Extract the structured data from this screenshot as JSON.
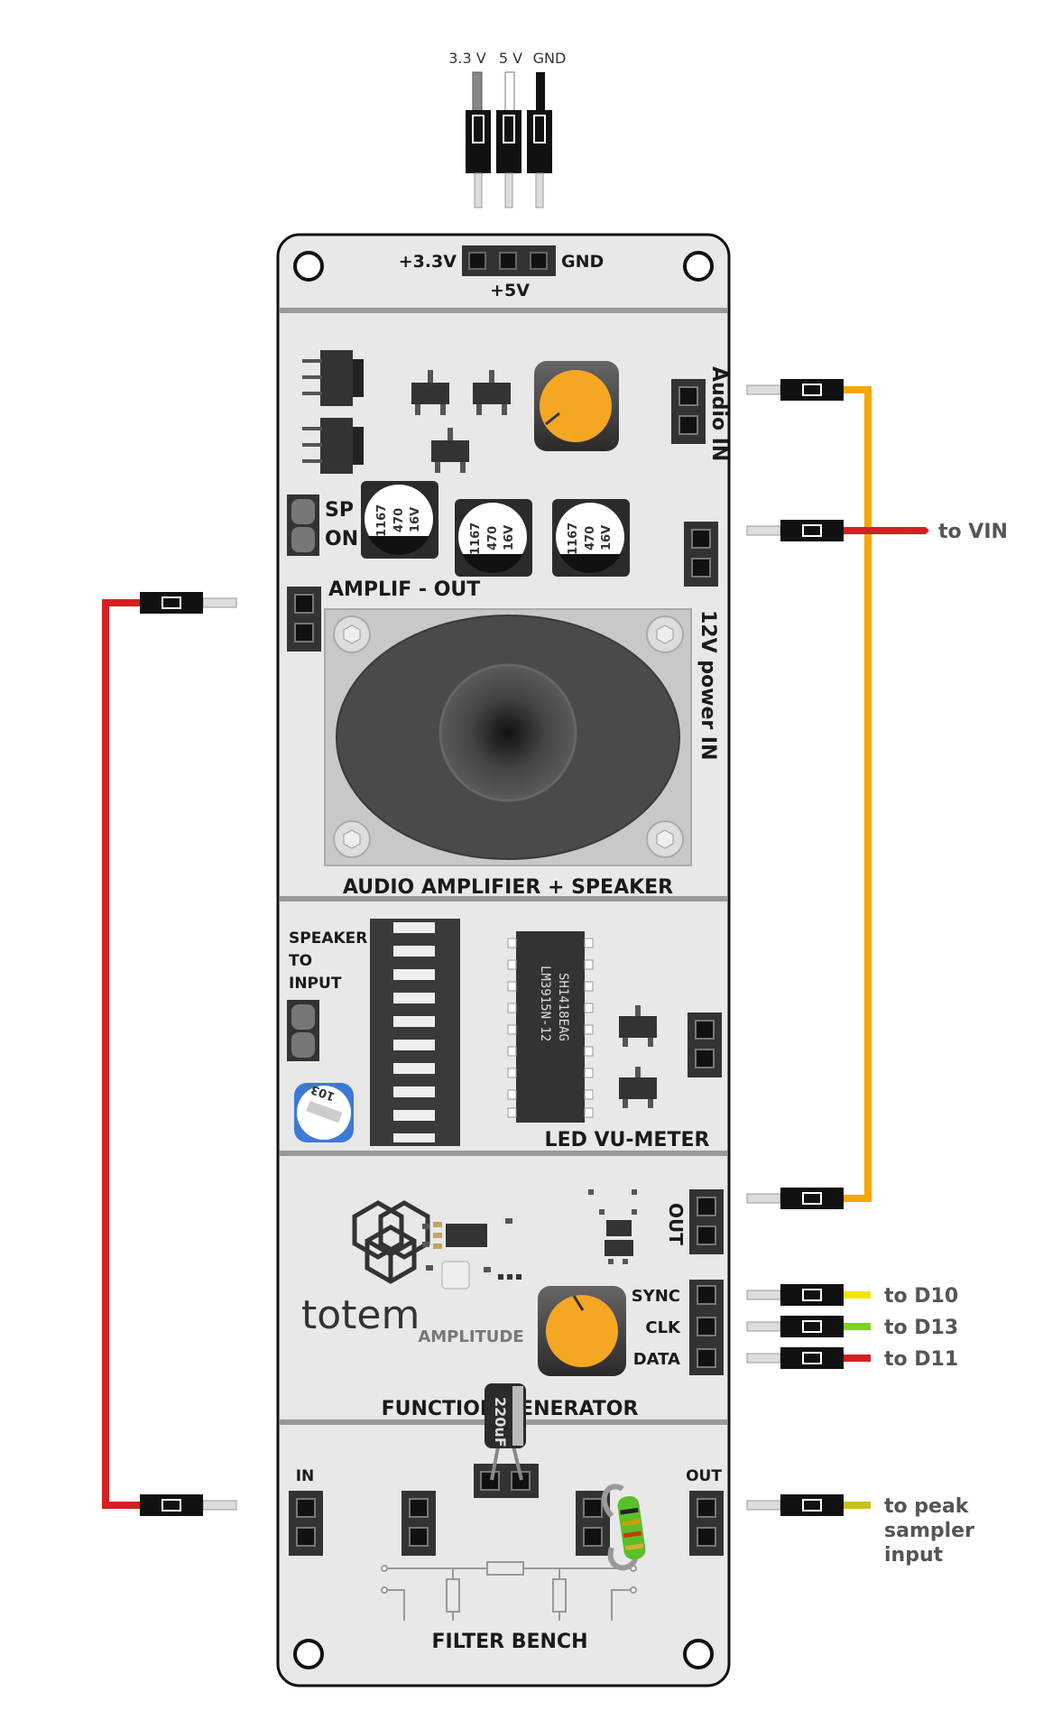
{
  "top_header": {
    "pin_labels": [
      "3.3 V",
      "5 V",
      "GND"
    ]
  },
  "board": {
    "power_header": {
      "left": "+3.3V",
      "right": "GND",
      "bottom": "+5V"
    },
    "amplifier": {
      "audio_in": "Audio IN",
      "power_in": "12V power IN",
      "sp_label": "SP",
      "on_label": "ON",
      "amp_out": "AMPLIF - OUT",
      "caps": [
        {
          "lines": [
            "1167",
            "470",
            "16V"
          ]
        },
        {
          "lines": [
            "1167",
            "470",
            "16V"
          ]
        },
        {
          "lines": [
            "1167",
            "470",
            "16V"
          ]
        }
      ],
      "section_title": "AUDIO AMPLIFIER + SPEAKER"
    },
    "vu_meter": {
      "speaker_to_input": [
        "SPEAKER",
        "TO",
        "INPUT"
      ],
      "trimmer": "103",
      "chip_lines": [
        "SH1418EAG",
        "LM3915N-12"
      ],
      "section_title": "LED VU-METER"
    },
    "function_gen": {
      "logo_text": "totem",
      "out_label": "OUT",
      "amplitude": "AMPLITUDE",
      "sync": "SYNC",
      "clk": "CLK",
      "data": "DATA",
      "section_title": "FUNCTION GENERATOR",
      "capacitor": "220uF"
    },
    "filter": {
      "in_label": "IN",
      "out_label": "OUT",
      "section_title": "FILTER BENCH"
    }
  },
  "wires": {
    "to_vin": "to VIN",
    "to_d10": "to D10",
    "to_d13": "to D13",
    "to_d11": "to D11",
    "to_peak": [
      "to peak",
      "sampler",
      "input"
    ]
  },
  "colors": {
    "board": "#e8e8e8",
    "orange_wire": "#f5a800",
    "red_wire": "#d42020",
    "yellow_wire": "#f2e400",
    "green_wire": "#7ed321",
    "olive_wire": "#c9c020",
    "knob": "#f5a623"
  }
}
